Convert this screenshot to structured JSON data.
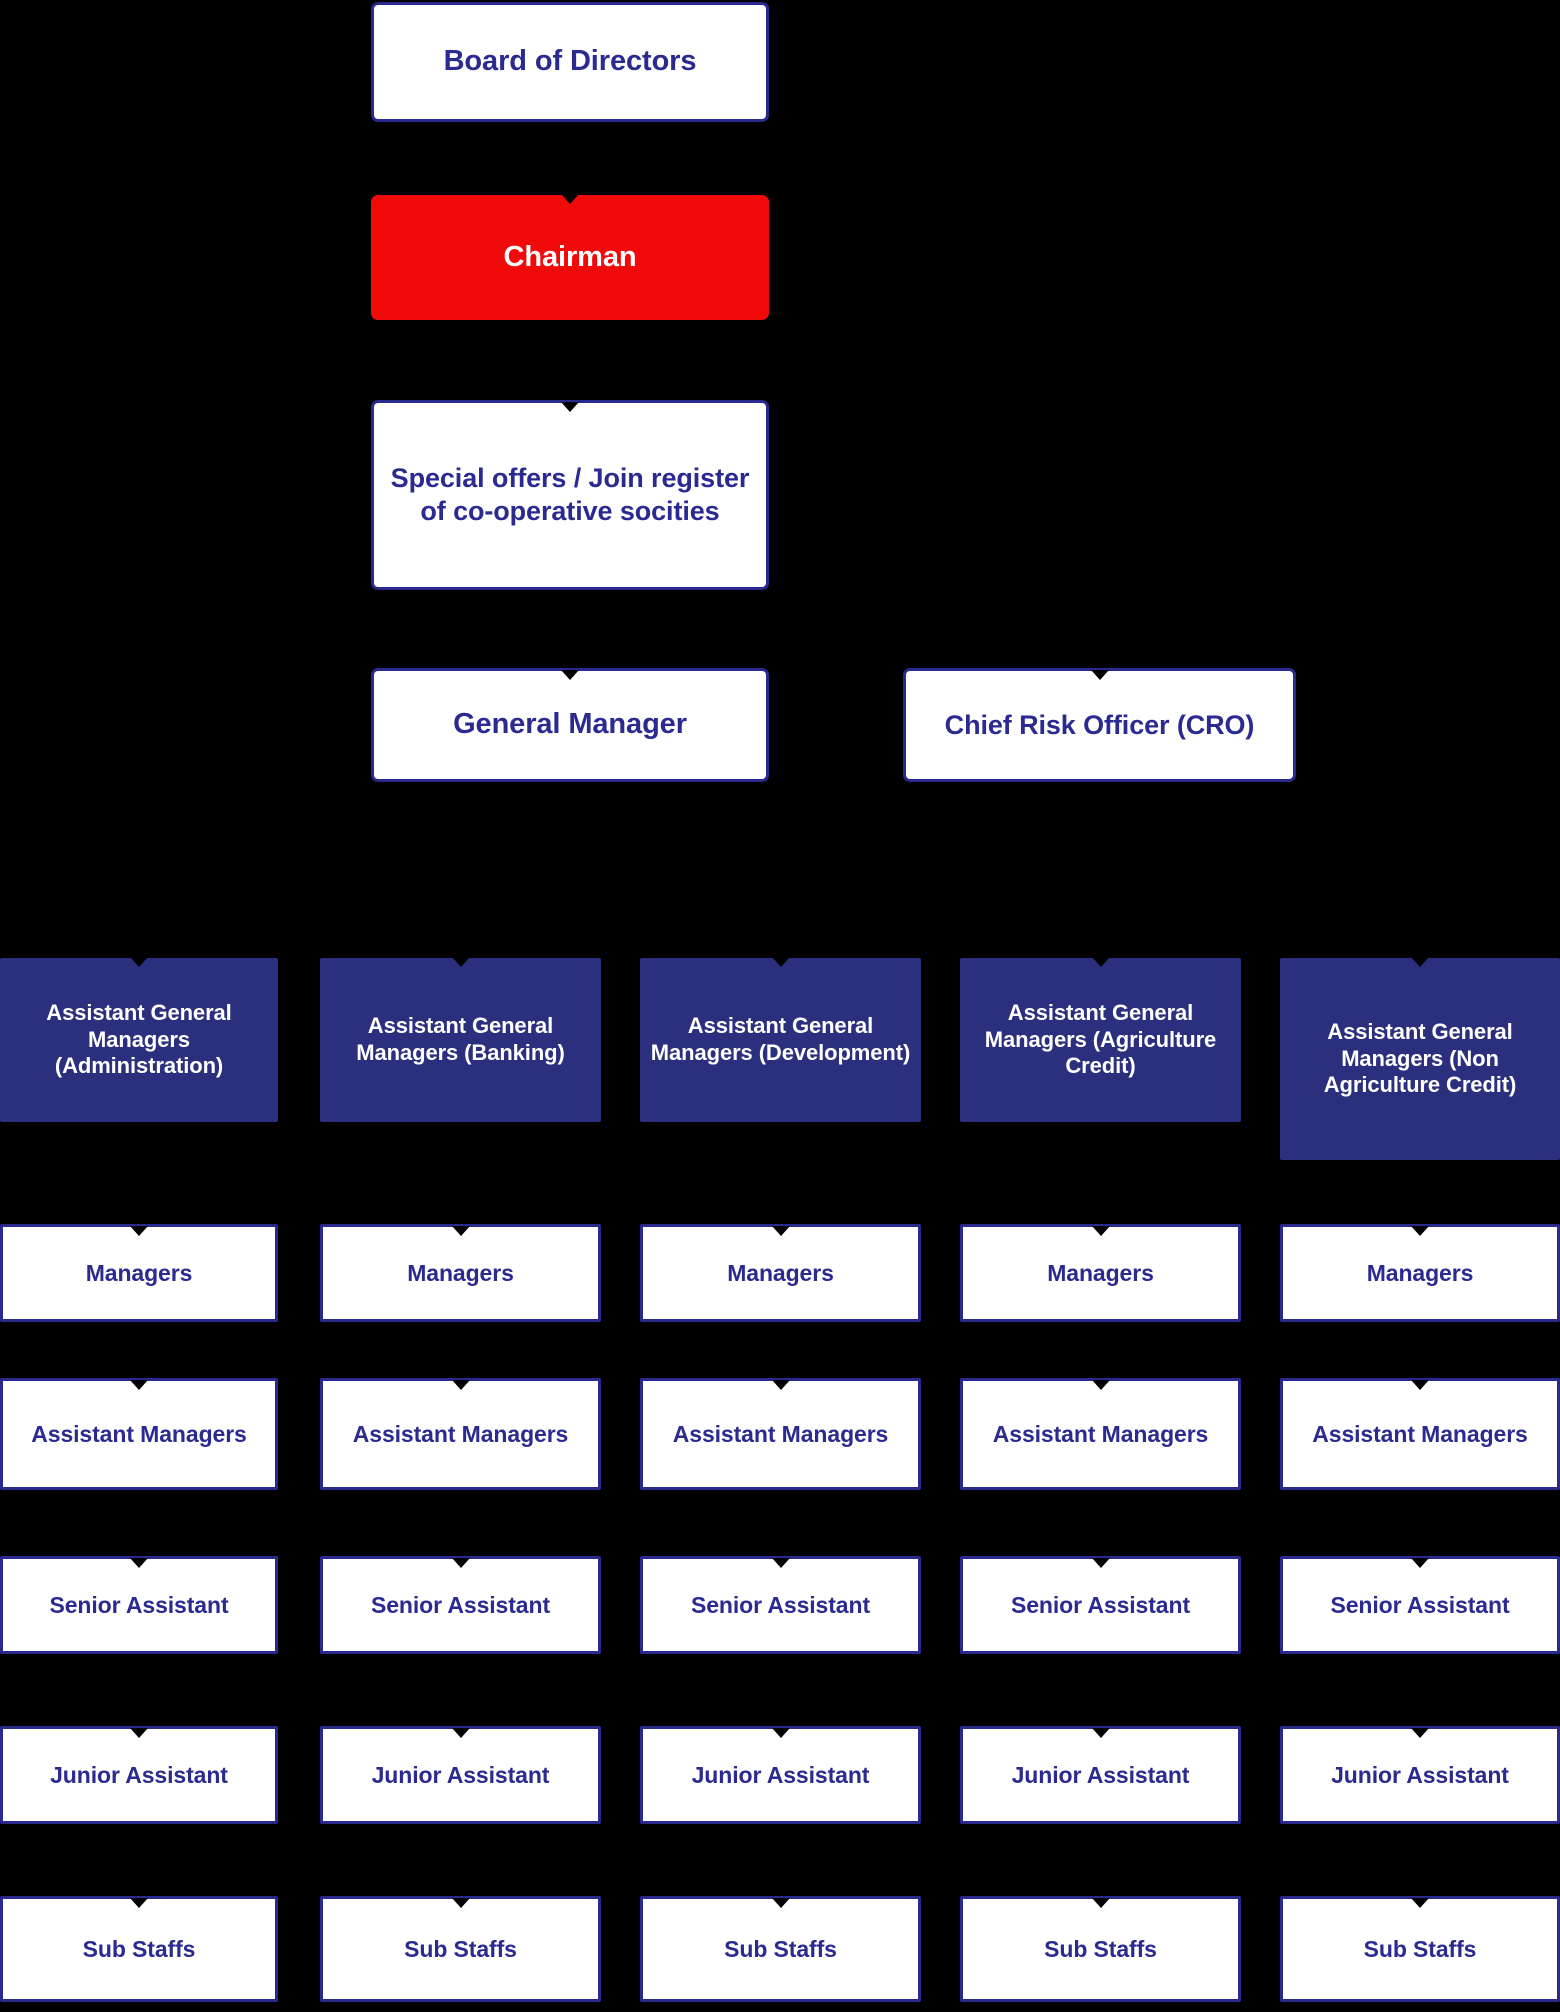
{
  "meta": {
    "title": "Organizational Structure Chart",
    "background_color": "#000000"
  },
  "colors": {
    "navy_border": "#2A2A8E",
    "navy_text": "#2A2A90",
    "navy_fill": "#2B2F7D",
    "accent_red": "#F00A0A",
    "white": "#FFFFFF",
    "connector": "#000000"
  },
  "top": {
    "board": "Board of Directors",
    "chairman": "Chairman",
    "special_offers": "Special offers / Join register of co-operative socities",
    "general_manager": "General Manager",
    "chief_risk_officer": "Chief Risk Officer (CRO)"
  },
  "columns": [
    {
      "agm": "Assistant General Managers (Administration)",
      "managers": "Managers",
      "assistant_managers": "Assistant Managers",
      "senior_assistant": "Senior Assistant",
      "junior_assistant": "Junior Assistant",
      "sub_staffs": "Sub Staffs"
    },
    {
      "agm": "Assistant General Managers (Banking)",
      "managers": "Managers",
      "assistant_managers": "Assistant Managers",
      "senior_assistant": "Senior Assistant",
      "junior_assistant": "Junior Assistant",
      "sub_staffs": "Sub Staffs"
    },
    {
      "agm": "Assistant General Managers (Development)",
      "managers": "Managers",
      "assistant_managers": "Assistant Managers",
      "senior_assistant": "Senior Assistant",
      "junior_assistant": "Junior Assistant",
      "sub_staffs": "Sub Staffs"
    },
    {
      "agm": "Assistant General Managers (Agriculture Credit)",
      "managers": "Managers",
      "assistant_managers": "Assistant Managers",
      "senior_assistant": "Senior Assistant",
      "junior_assistant": "Junior Assistant",
      "sub_staffs": "Sub Staffs"
    },
    {
      "agm": "Assistant General Managers (Non Agriculture Credit)",
      "managers": "Managers",
      "assistant_managers": "Assistant Managers",
      "senior_assistant": "Senior Assistant",
      "junior_assistant": "Junior Assistant",
      "sub_staffs": "Sub Staffs"
    }
  ]
}
